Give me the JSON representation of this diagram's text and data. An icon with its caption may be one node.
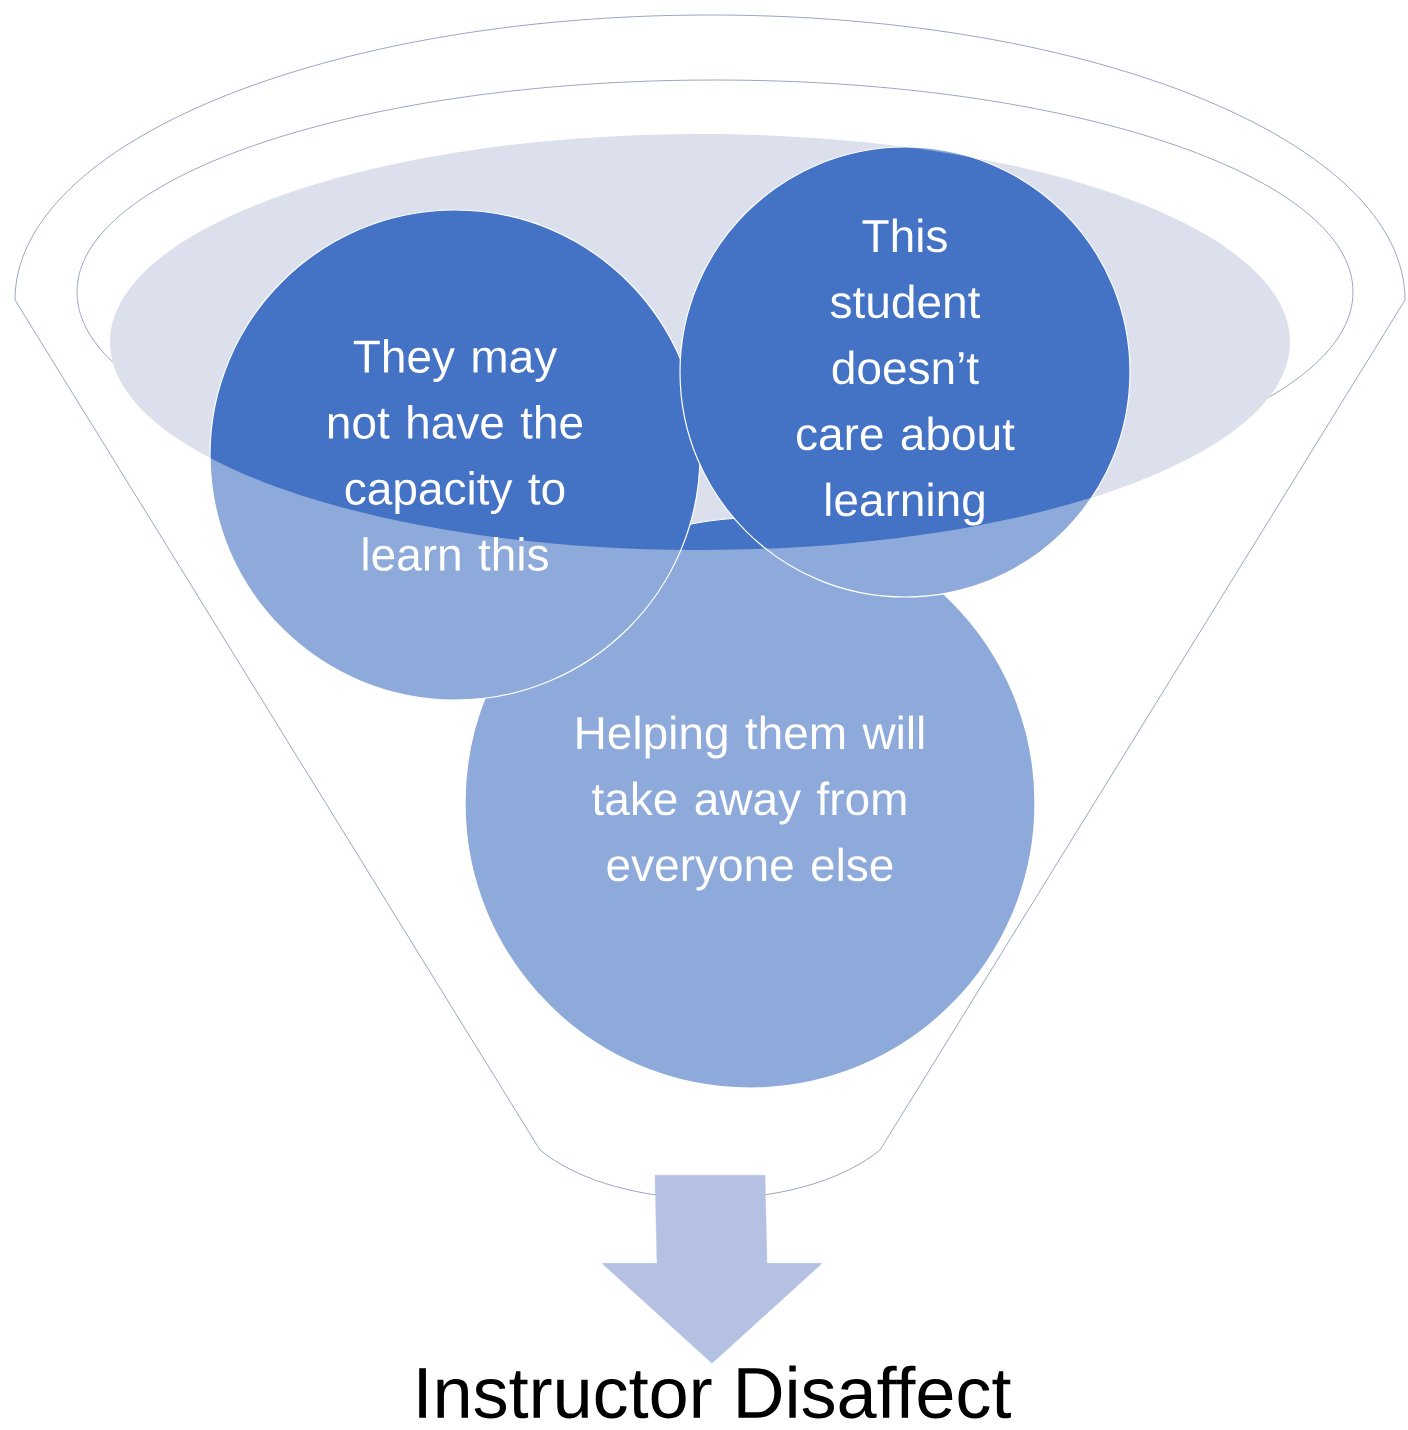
{
  "diagram": {
    "nodes": [
      {
        "text": [],
        "shape": "funnel"
      },
      {
        "text": [
          "They may not have the capacity to learn this"
        ],
        "in": 0
      },
      {
        "text": [
          "This student doesn’t care about learning"
        ],
        "in": 0
      },
      {
        "text": [
          "Helping them will take away from everyone else"
        ],
        "in": 0
      },
      {
        "text": [
          "Instructor Disaffect"
        ]
      }
    ],
    "edges": [
      {
        "from": 0,
        "to": 4,
        "arrow": "to"
      }
    ]
  }
}
